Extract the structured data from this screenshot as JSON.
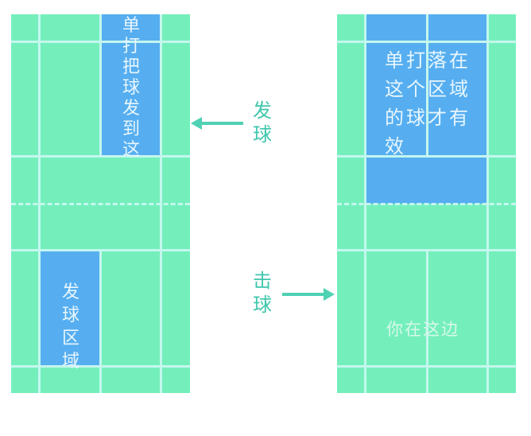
{
  "left_court": {
    "serve_target_text": "单打把球发到这",
    "serve_zone_text": "发球区域"
  },
  "right_court": {
    "valid_zone_text": "单打落在这个区域的球才有效",
    "player_text": "你在这边"
  },
  "labels": {
    "serve": "发球",
    "hit": "击球"
  },
  "colors": {
    "court": "#74efbc",
    "zone": "#56aef0",
    "accent": "#4fd1b3"
  }
}
